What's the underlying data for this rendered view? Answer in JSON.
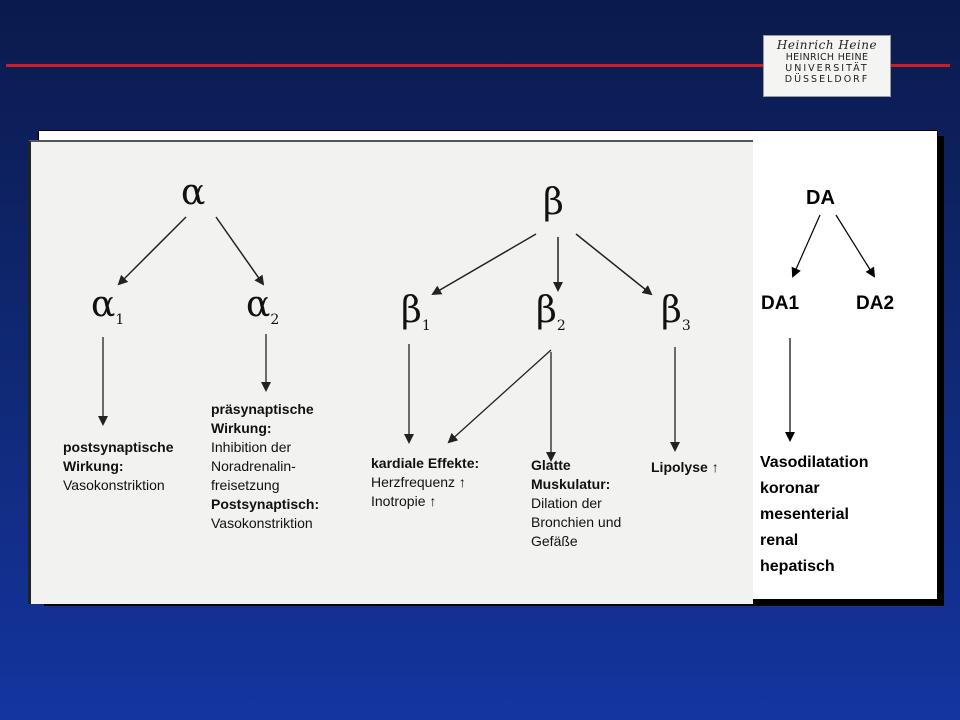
{
  "logo": {
    "signature": "Heinrich Heine",
    "line1": "HEINRICH HEINE",
    "line2": "UNIVERSITÄT",
    "line3": "DÜSSELDORF"
  },
  "diagram": {
    "alpha": {
      "root": "α",
      "child1": "α",
      "child1_sub": "1",
      "child2": "α",
      "child2_sub": "2",
      "effect1": {
        "title1": "postsynaptische",
        "title2": "Wirkung:",
        "text": "Vasokonstriktion"
      },
      "effect2": {
        "title1": "präsynaptische",
        "title2": "Wirkung:",
        "text1": "Inhibition der",
        "text2": "Noradrenalin-",
        "text3": "freisetzung",
        "title3": "Postsynaptisch:",
        "text4": "Vasokonstriktion"
      }
    },
    "beta": {
      "root": "β",
      "child1": "β",
      "child1_sub": "1",
      "child2": "β",
      "child2_sub": "2",
      "child3": "β",
      "child3_sub": "3",
      "effect1": {
        "title": "kardiale Effekte:",
        "text1": "Herzfrequenz ↑",
        "text2": "Inotropie ↑"
      },
      "effect2": {
        "title1": "Glatte",
        "title2": "Muskulatur:",
        "text1": "Dilation der",
        "text2": "Bronchien und",
        "text3": "Gefäße"
      },
      "effect3": {
        "title": "Lipolyse",
        "arrow": "↑"
      }
    },
    "dopamine": {
      "root": "DA",
      "child1": "DA1",
      "child2": "DA2",
      "effects": [
        "Vasodilatation",
        "koronar",
        "mesenterial",
        "renal",
        "hepatisch"
      ]
    }
  }
}
